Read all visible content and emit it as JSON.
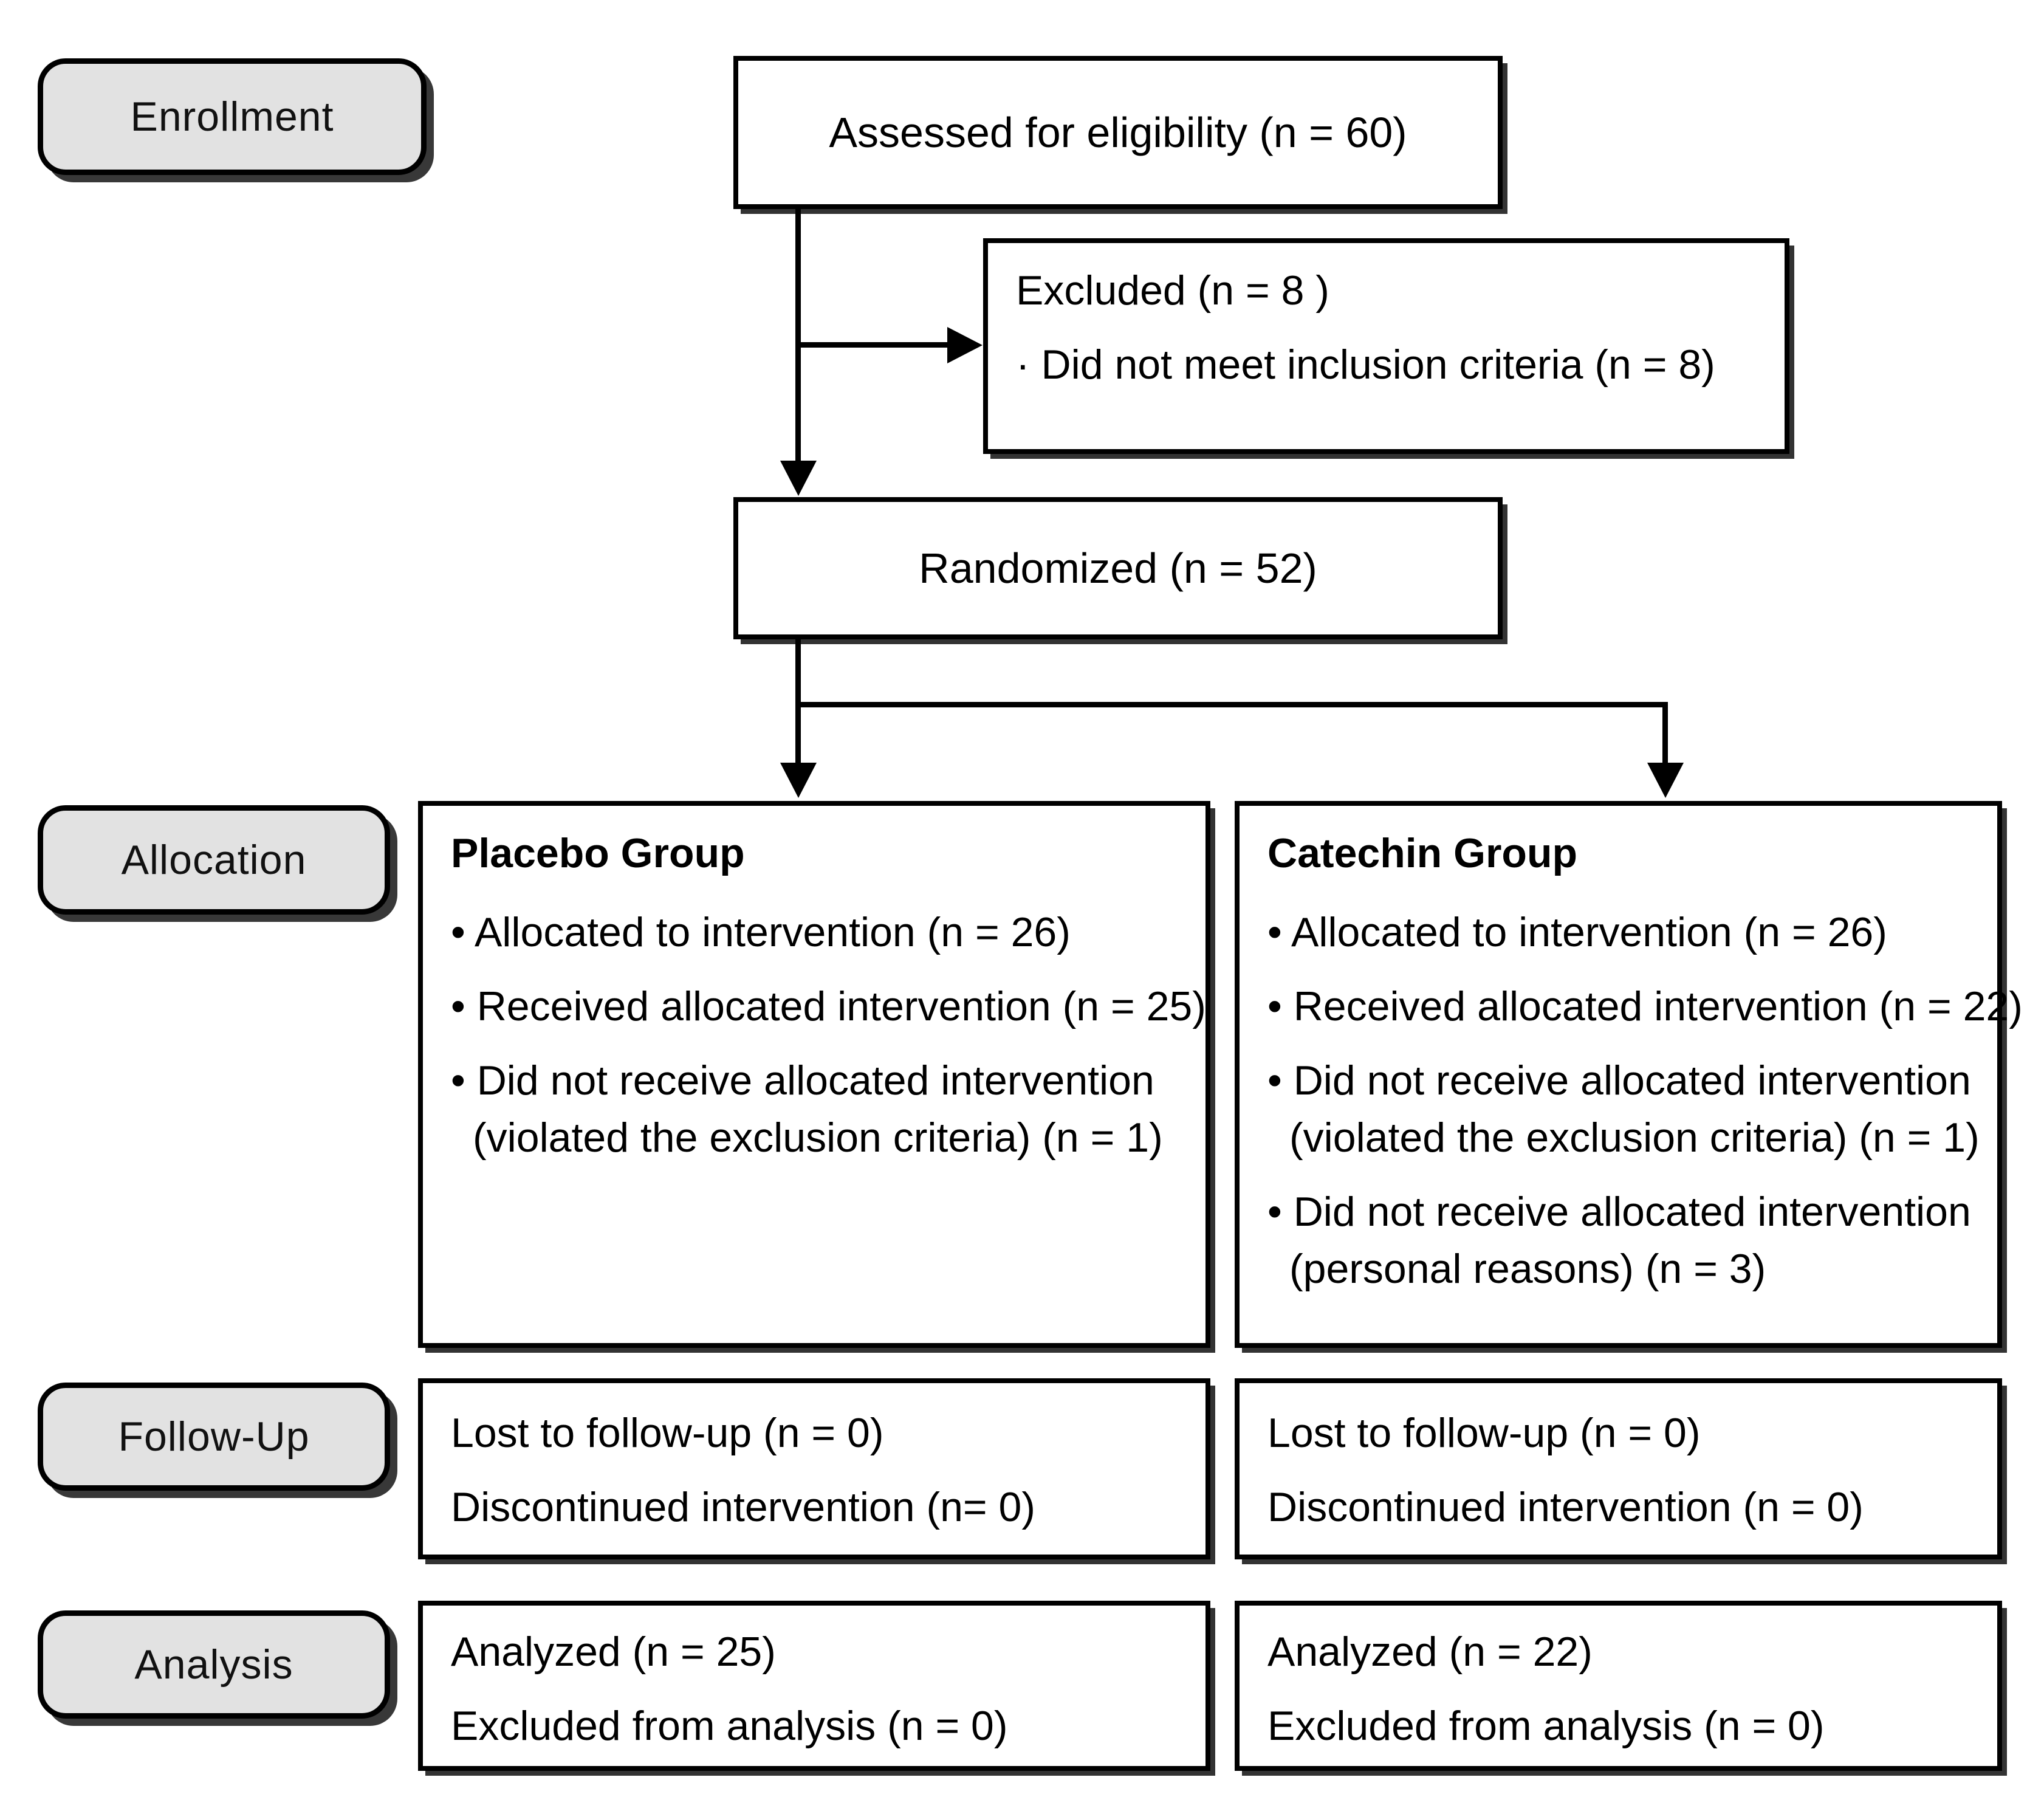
{
  "diagram": {
    "title": "CONSORT participant flow diagram",
    "stages": [
      {
        "key": "enrollment",
        "label": "Enrollment"
      },
      {
        "key": "allocation",
        "label": "Allocation"
      },
      {
        "key": "followup",
        "label": "Follow-Up"
      },
      {
        "key": "analysis",
        "label": "Analysis"
      }
    ],
    "enrollment": {
      "assessed": "Assessed for eligibility (n = 60)",
      "excluded_title": "Excluded  (n = 8 )",
      "excluded_reason": "·  Did not meet inclusion criteria (n = 8)",
      "randomized": "Randomized (n = 52)"
    },
    "allocation": {
      "placebo": {
        "heading": "Placebo Group",
        "items": [
          "• Allocated to intervention (n = 26)",
          "• Received allocated intervention (n = 25)",
          "• Did not receive allocated intervention",
          "(violated the exclusion criteria) (n = 1)"
        ]
      },
      "catechin": {
        "heading": "Catechin Group",
        "items": [
          "• Allocated to intervention (n = 26)",
          "•  Received allocated intervention (n = 22)",
          "•  Did not receive allocated intervention",
          "(violated the exclusion criteria) (n = 1)",
          "•  Did not receive allocated intervention",
          "(personal reasons) (n = 3)"
        ]
      }
    },
    "followup": {
      "placebo": {
        "items": [
          "Lost to follow-up (n = 0)",
          "Discontinued intervention (n= 0)"
        ]
      },
      "catechin": {
        "items": [
          "Lost to follow-up (n = 0)",
          "Discontinued intervention (n = 0)"
        ]
      }
    },
    "analysis": {
      "placebo": {
        "items": [
          "Analyzed (n = 25)",
          "Excluded from analysis  (n = 0)"
        ]
      },
      "catechin": {
        "items": [
          "Analyzed  (n = 22)",
          "Excluded from analysis  (n = 0)"
        ]
      }
    },
    "colors": {
      "stage_fill": "#e2e2e2",
      "line": "#000000",
      "box_fill": "#ffffff"
    }
  }
}
